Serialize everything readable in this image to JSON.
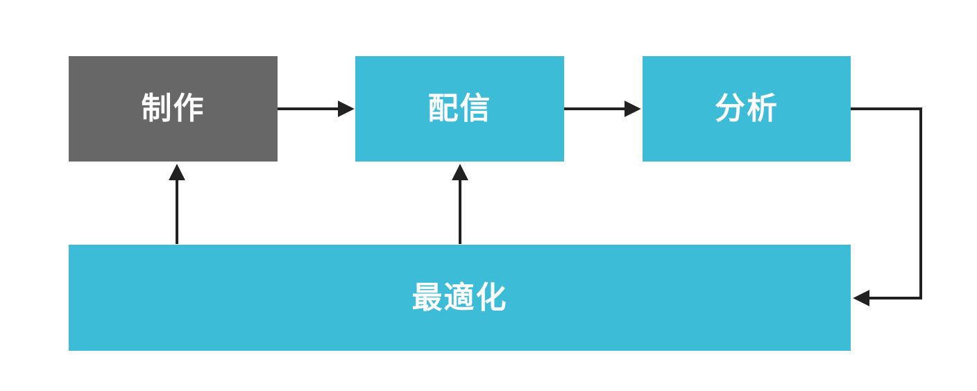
{
  "diagram": {
    "type": "flowchart",
    "nodes": [
      {
        "id": "production",
        "label": "制作",
        "color": "#676767"
      },
      {
        "id": "delivery",
        "label": "配信",
        "color": "#3cbcd6"
      },
      {
        "id": "analysis",
        "label": "分析",
        "color": "#3cbcd6"
      },
      {
        "id": "optimization",
        "label": "最適化",
        "color": "#3cbcd6"
      }
    ],
    "edges": [
      {
        "from": "production",
        "to": "delivery"
      },
      {
        "from": "delivery",
        "to": "analysis"
      },
      {
        "from": "analysis",
        "to": "optimization"
      },
      {
        "from": "optimization",
        "to": "production"
      },
      {
        "from": "optimization",
        "to": "delivery"
      }
    ]
  },
  "colors": {
    "node-gray": "#676767",
    "node-cyan": "#3cbcd6",
    "arrow": "#212121",
    "label-text": "#ffffff",
    "background": "#ffffff"
  }
}
